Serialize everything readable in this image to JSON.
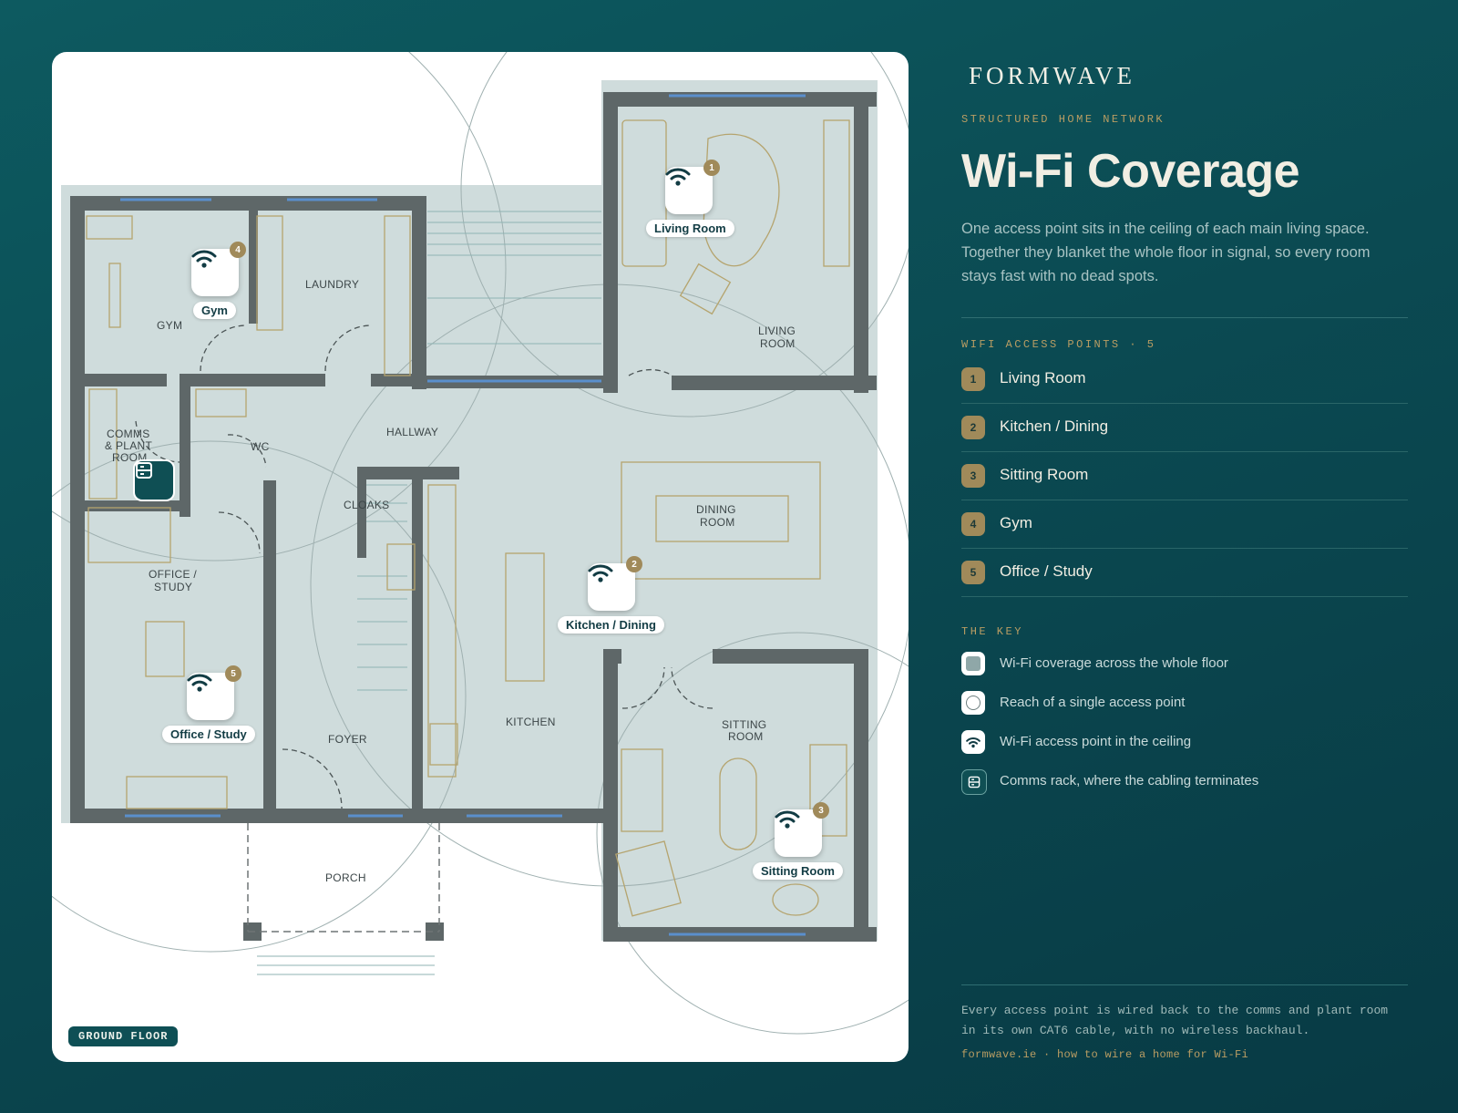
{
  "brand": "FORMWAVE",
  "kicker": "STRUCTURED HOME NETWORK",
  "title": "Wi-Fi Coverage",
  "description": "One access point sits in the ceiling of each main living space. Together they blanket the whole floor in signal, so every room stays fast with no dead spots.",
  "access_points_heading": "WIFI ACCESS POINTS · 5",
  "access_points": [
    {
      "num": "1",
      "name": "Living Room"
    },
    {
      "num": "2",
      "name": "Kitchen / Dining"
    },
    {
      "num": "3",
      "name": "Sitting Room"
    },
    {
      "num": "4",
      "name": "Gym"
    },
    {
      "num": "5",
      "name": "Office / Study"
    }
  ],
  "key_heading": "THE KEY",
  "key": [
    {
      "icon": "coverage-swatch-icon",
      "text": "Wi-Fi coverage across the whole floor"
    },
    {
      "icon": "reach-circle-icon",
      "text": "Reach of a single access point"
    },
    {
      "icon": "wifi-icon",
      "text": "Wi-Fi access point in the ceiling"
    },
    {
      "icon": "comms-rack-icon",
      "text": "Comms rack, where the cabling terminates"
    }
  ],
  "footer_note": "Every access point is wired back to the comms and plant room in its own CAT6 cable, with no wireless backhaul.",
  "footer_link": "formwave.ie · how to wire a home for Wi-Fi",
  "floor_tag": "GROUND FLOOR",
  "rooms": {
    "gym": "GYM",
    "laundry": "LAUNDRY",
    "comms_1": "COMMS",
    "comms_2": "& PLANT",
    "comms_3": "ROOM",
    "wc": "WC",
    "hallway": "HALLWAY",
    "cloaks": "CLOAKS",
    "office_1": "OFFICE /",
    "office_2": "STUDY",
    "foyer": "FOYER",
    "kitchen": "KITCHEN",
    "dining_1": "DINING",
    "dining_2": "ROOM",
    "living_1": "LIVING",
    "living_2": "ROOM",
    "sitting_1": "SITTING",
    "sitting_2": "ROOM",
    "porch": "PORCH"
  },
  "colors": {
    "coverage": "#cfdcdc",
    "wall": "#5e6768",
    "furniture": "#b5a46e",
    "accent_gold": "#a08a5a",
    "window": "#5a8fcc"
  }
}
